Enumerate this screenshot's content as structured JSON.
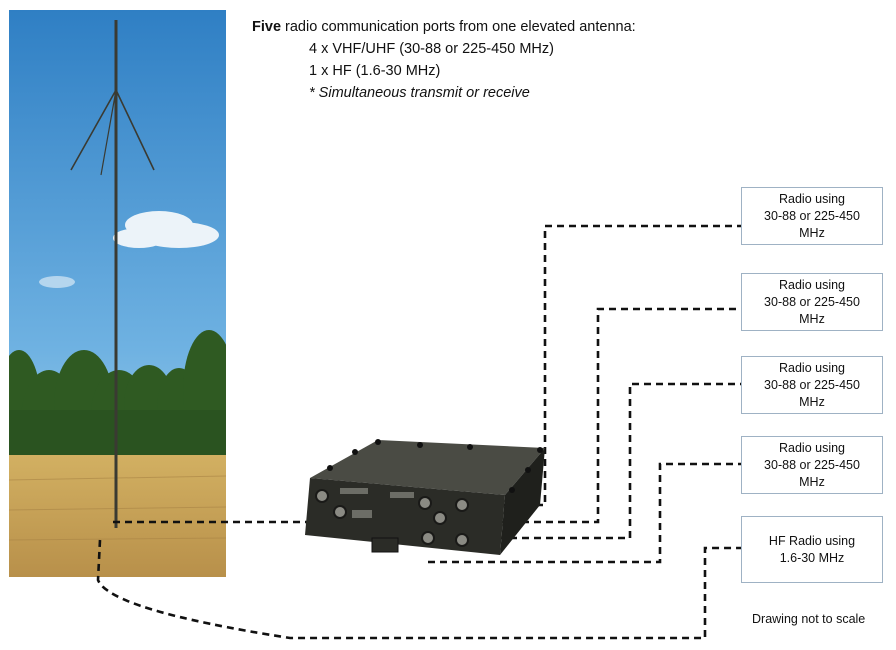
{
  "caption": {
    "bold_word": "Five",
    "line1_rest": " radio communication ports from one elevated antenna:",
    "line2": "4 x VHF/UHF (30-88 or 225-450 MHz)",
    "line3": "1 x HF (1.6-30 MHz)",
    "line4": "* Simultaneous transmit or receive"
  },
  "radios": [
    {
      "line1": "Radio using",
      "line2": "30-88 or 225-450",
      "line3": "MHz"
    },
    {
      "line1": "Radio using",
      "line2": "30-88 or 225-450",
      "line3": "MHz"
    },
    {
      "line1": "Radio using",
      "line2": "30-88 or 225-450",
      "line3": "MHz"
    },
    {
      "line1": "Radio using",
      "line2": "30-88 or 225-450",
      "line3": "MHz"
    },
    {
      "line1": "HF Radio using",
      "line2": "1.6-30 MHz"
    }
  ],
  "note": "Drawing not to scale",
  "colors": {
    "sky_top": "#2f7fc4",
    "sky_bottom": "#a9d3ee",
    "trees": "#2f5a22",
    "grass": "#c9a458",
    "device": "#2b2c27",
    "box_border": "#9fb2c4"
  }
}
